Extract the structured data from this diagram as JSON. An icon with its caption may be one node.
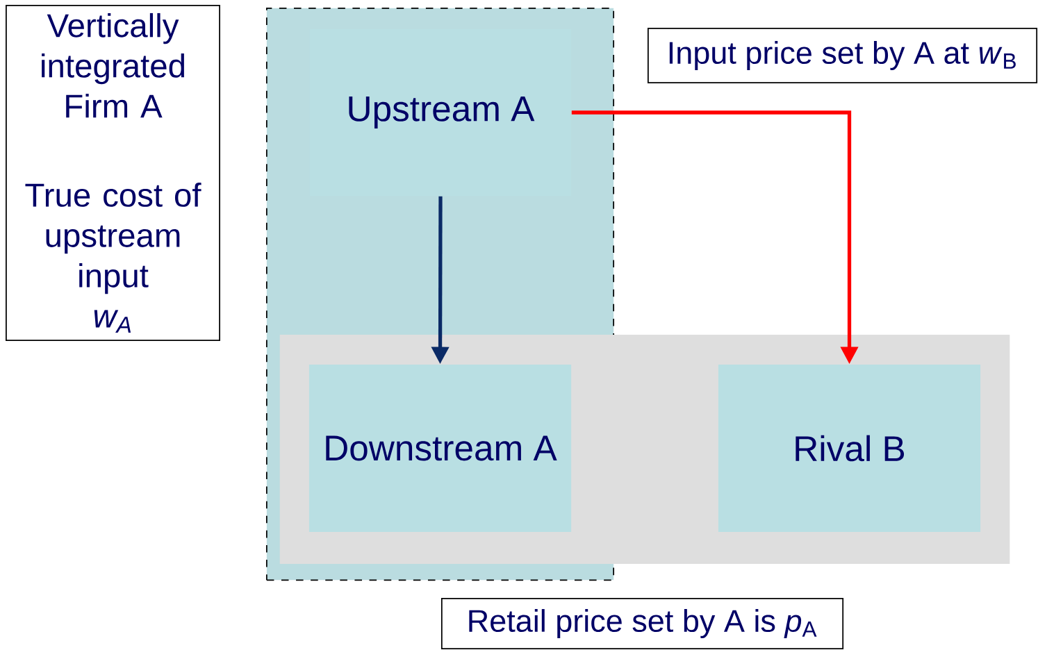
{
  "diagram": {
    "nodes": [
      {
        "text": [
          "Vertically integrated Firm A",
          "True cost of upstream input",
          "w$_{A}$"
        ]
      },
      {
        "text": [],
        "shape": "box"
      },
      {
        "text": [
          "Upstream A"
        ],
        "in": 1
      },
      {
        "text": [],
        "shape": "box"
      },
      {
        "text": [
          "Downstream A"
        ]
      },
      {
        "text": [
          "Rival B"
        ],
        "in": 3
      },
      {
        "text": [
          "Input price set by A at *w*$_{B}$"
        ]
      },
      {
        "text": [
          "Retail price set by A is *p*$_{A}$"
        ]
      }
    ],
    "edges": [
      {
        "from": 2,
        "to": 4,
        "arrow": "to",
        "color": "#0a2a66"
      },
      {
        "from": 2,
        "to": 5,
        "arrow": "to",
        "color": "#ff0000"
      }
    ]
  }
}
